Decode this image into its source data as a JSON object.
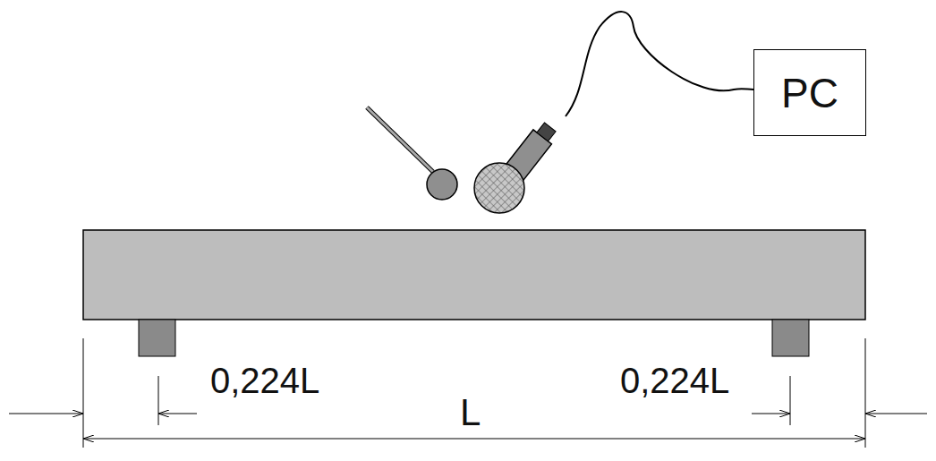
{
  "diagram": {
    "nodes": [
      {
        "text": [
          "PC"
        ]
      }
    ],
    "labels": [
      "0,224L",
      "0,224L",
      "L"
    ]
  }
}
